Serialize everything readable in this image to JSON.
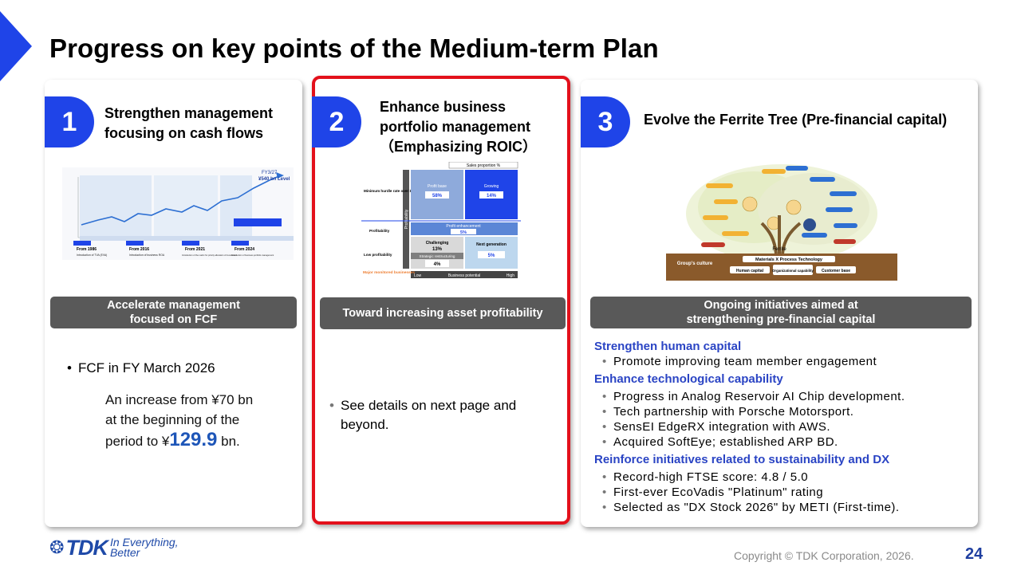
{
  "slide": {
    "title": "Progress on key points of the Medium-term Plan",
    "page_number": "24",
    "copyright": "Copyright  © TDK Corporation, 2026.",
    "logo": {
      "mark": "TDK",
      "tagline_line1": "In Everything,",
      "tagline_line2": "Better"
    }
  },
  "panel1": {
    "number": "1",
    "title_line1": "Strengthen management",
    "title_line2": "focusing on cash flows",
    "banner_line1": "Accelerate management",
    "banner_line2": "focused on FCF",
    "bullet": "FCF in FY March 2026",
    "detail_line1": "An increase from ¥70 bn",
    "detail_line2": "at the beginning of the",
    "detail_line3_prefix": "period to ¥",
    "detail_value": "129.9",
    "detail_suffix": " bn.",
    "figure": {
      "target_label": "FY3/27",
      "target_text": "¥540 bn Level",
      "milestones": [
        {
          "label": "From 1986",
          "text": "Introduction of TVA (EVA)"
        },
        {
          "label": "From 2016",
          "text": "Introduction of business ROA"
        },
        {
          "label": "From 2021",
          "text": "Introduction of the matrix for priority allocation of investment"
        },
        {
          "label": "From 2024",
          "text": "Introduction of business portfolio management"
        }
      ]
    }
  },
  "panel2": {
    "number": "2",
    "title_line1": "Enhance business",
    "title_line2": "portfolio management",
    "title_line3": "（Emphasizing ROIC）",
    "banner": "Toward increasing asset profitability",
    "bullet_line1": "See details on next page and",
    "bullet_line2": "beyond.",
    "figure": {
      "sales_header": "Sales proportion %",
      "y_axis": "Profitability",
      "x_axis": "Business potential",
      "x_low": "Low",
      "x_high": "High",
      "row_labels": [
        "Minimum hurdle rate over 10%",
        "Profitability",
        "Low profitability"
      ],
      "cells": [
        {
          "name": "Profit base",
          "value": "58%"
        },
        {
          "name": "Growing",
          "value": "14%"
        },
        {
          "name": "Profit enhancement",
          "value": "5%"
        },
        {
          "name": "Challenging",
          "value": "13%"
        },
        {
          "name": "Strategic restructuring",
          "value": "4%"
        },
        {
          "name": "Next generation",
          "value": "5%"
        }
      ],
      "legend": "Major monitored businesses"
    }
  },
  "panel3": {
    "number": "3",
    "title": "Evolve the Ferrite Tree (Pre-financial capital)",
    "banner_line1": "Ongoing initiatives aimed at",
    "banner_line2": "strengthening pre-financial capital",
    "sections": [
      {
        "heading": "Strengthen human capital",
        "items": [
          "Promote improving team member engagement"
        ]
      },
      {
        "heading": "Enhance technological capability",
        "items": [
          "Progress in Analog Reservoir AI Chip development.",
          "Tech partnership with Porsche Motorsport.",
          "SensEI EdgeRX integration with AWS.",
          "Acquired SoftEye; established ARP BD."
        ]
      },
      {
        "heading": "Reinforce initiatives related to sustainability and DX",
        "items": [
          "Record-high FTSE score: 4.8 / 5.0",
          "First-ever EcoVadis \"Platinum\" rating",
          "Selected as \"DX Stock 2026\" by METI (First-time)."
        ]
      }
    ],
    "figure": {
      "trunk_label": "Ferrite",
      "roots_title": "Materials  X  Process Technology",
      "roots_left": "Group's culture",
      "roots_items": [
        "Human capital",
        "Organizational capability",
        "Customer base"
      ]
    }
  }
}
